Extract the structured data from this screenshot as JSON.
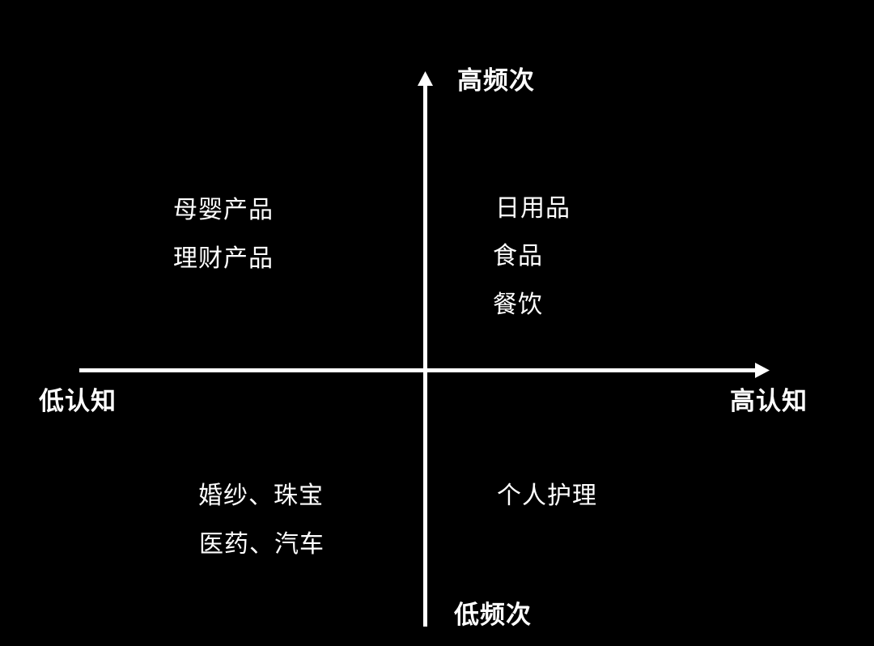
{
  "diagram": {
    "type": "quadrant",
    "background": "#000000",
    "foreground": "#ffffff",
    "axes": {
      "y_top_label": "高频次",
      "y_bottom_label": "低频次",
      "x_left_label": "低认知",
      "x_right_label": "高认知"
    },
    "quadrants": {
      "top_left": [
        "母婴产品",
        "理财产品"
      ],
      "top_right": [
        "日用品",
        "食品",
        "餐饮"
      ],
      "bottom_left": [
        "婚纱、珠宝",
        "医药、汽车"
      ],
      "bottom_right": [
        "个人护理"
      ]
    }
  }
}
